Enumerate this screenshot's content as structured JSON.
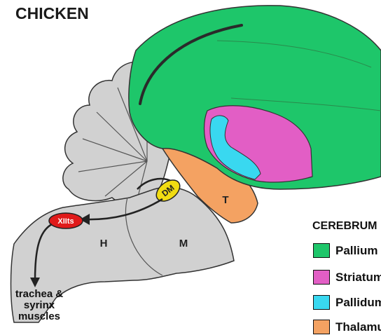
{
  "title": "CHICKEN",
  "regions": {
    "thalamus": "T",
    "hindbrain": "H",
    "midbrain": "M",
    "dm_nucleus": "DM",
    "xiits_nucleus": "XIIts"
  },
  "output_label": [
    "trachea &",
    "syrinx",
    "muscles"
  ],
  "legend": {
    "title": "CEREBRUM",
    "items": [
      {
        "label": "Pallium",
        "color": "#1ec66a"
      },
      {
        "label": "Striatum",
        "color": "#e25ec5"
      },
      {
        "label": "Pallidum",
        "color": "#39d8f0"
      },
      {
        "label": "Thalamus",
        "color": "#f4a262"
      }
    ]
  },
  "colors": {
    "hindbrain": "#d1d1d1",
    "dm": "#f1dc12",
    "xiits": "#e01a1a",
    "outline": "#333333"
  }
}
